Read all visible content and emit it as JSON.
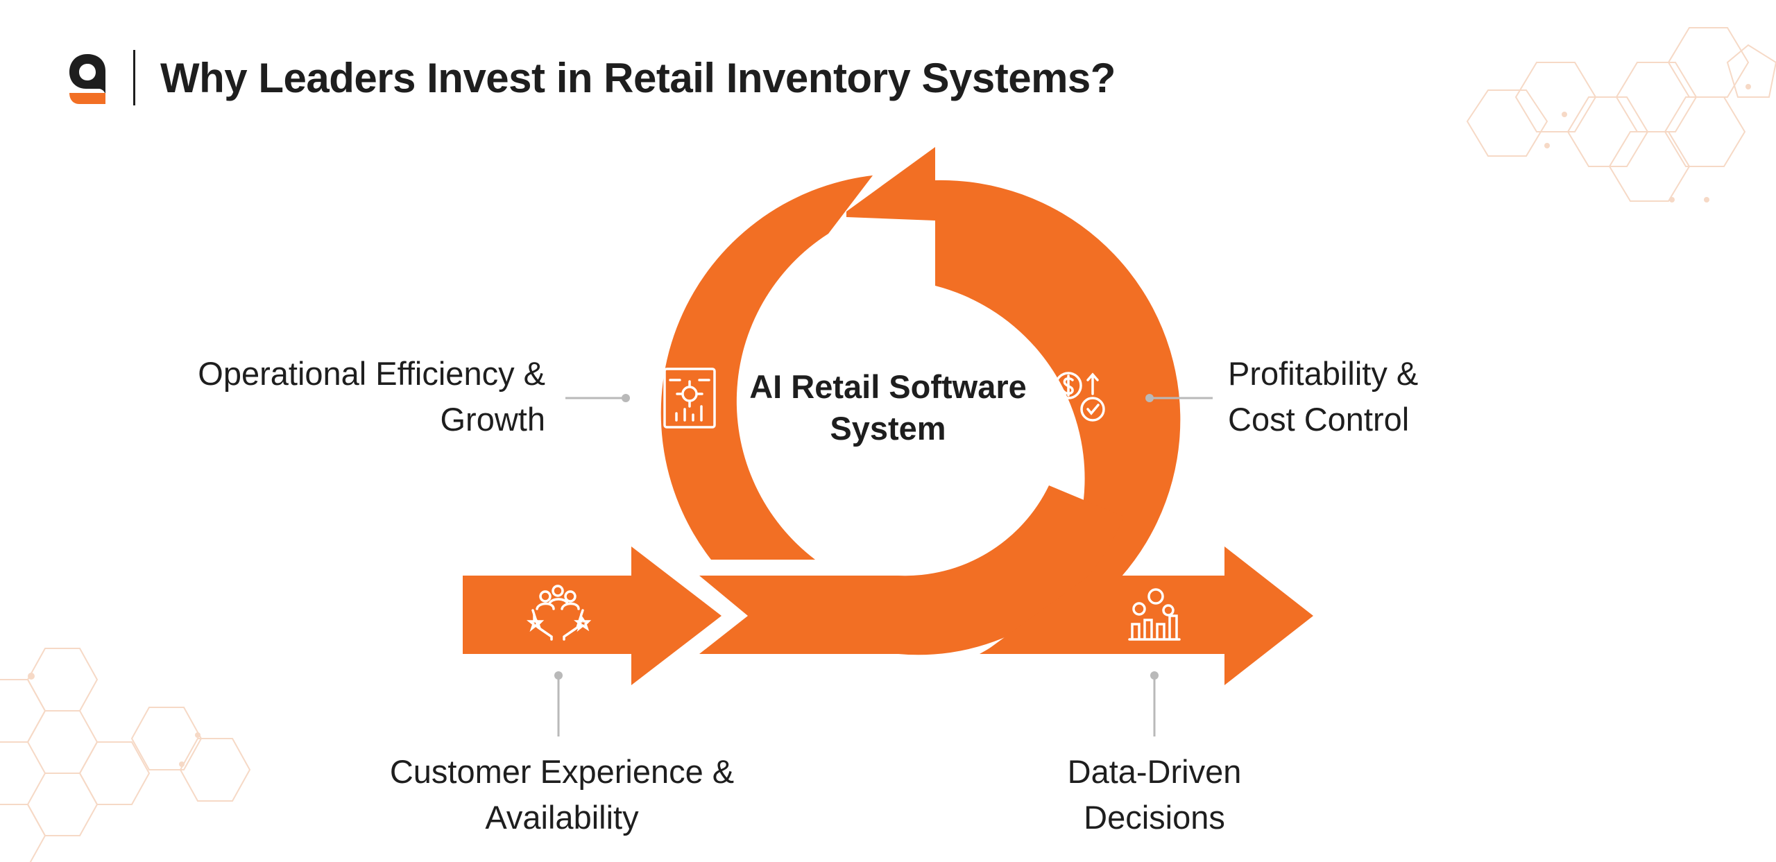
{
  "header": {
    "logo_icon": "brand-logo-icon",
    "title": "Why Leaders Invest in Retail Inventory Systems?"
  },
  "colors": {
    "accent": "#F26F24",
    "text": "#1E1E1E",
    "connector": "#B9B9B9",
    "hexagon": "#F6D9C6"
  },
  "diagram": {
    "center_lines": [
      "AI Retail Software",
      "System"
    ],
    "benefits": [
      {
        "id": "operational",
        "lines": [
          "Operational Efficiency &",
          "Growth"
        ],
        "icon": "gear-dashboard-chart-icon"
      },
      {
        "id": "profitability",
        "lines": [
          "Profitability &",
          "Cost Control"
        ],
        "icon": "dollar-gear-exchange-icon"
      },
      {
        "id": "customer",
        "lines": [
          "Customer Experience &",
          "Availability"
        ],
        "icon": "hands-customers-stars-icon"
      },
      {
        "id": "data",
        "lines": [
          "Data-Driven",
          "Decisions"
        ],
        "icon": "gears-bar-chart-icon"
      }
    ]
  }
}
